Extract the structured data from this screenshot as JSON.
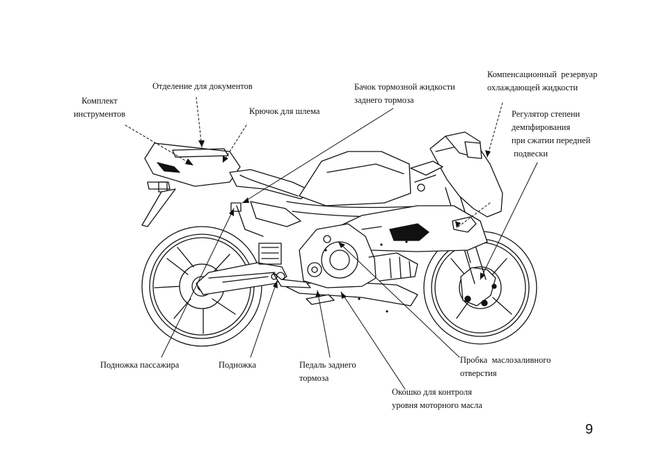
{
  "labels": {
    "instrument_kit": "Комплект\nинструментов",
    "document_compartment": "Отделение для документов",
    "helmet_hook": "Крючок для шлема",
    "rear_brake_reservoir": "Бачок тормозной жидкости\nзаднего тормоза",
    "coolant_reserve": "Компенсационный  резервуар\nохлаждающей жидкости",
    "damping_adjuster": "Регулятор степени\nдемпфирования\nпри сжатии передней\n подвески",
    "passenger_footpeg": "Подножка пассажира",
    "footpeg": "Подножка",
    "rear_brake_pedal": "Педаль заднего\nтормоза",
    "oil_filler_cap": "Пробка  маслозаливного\nотверстия",
    "oil_window": "Окошко для контроля\nуровня моторного масла"
  },
  "page_number": "9"
}
